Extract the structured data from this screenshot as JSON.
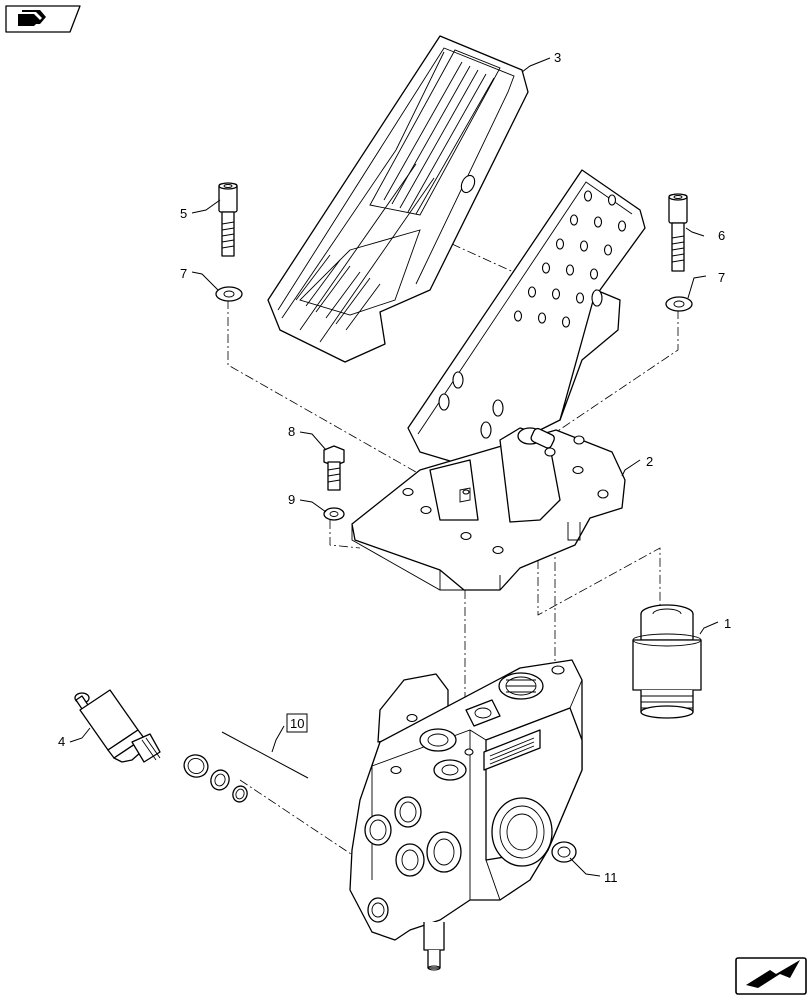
{
  "callouts": {
    "c1": "1",
    "c2": "2",
    "c3": "3",
    "c4": "4",
    "c5": "5",
    "c6": "6",
    "c7a": "7",
    "c7b": "7",
    "c8": "8",
    "c9": "9",
    "c10": "10",
    "c11": "11"
  },
  "icons": {
    "top_left": "book-arrow-icon",
    "bottom_right": "navigation-arrow-icon"
  }
}
